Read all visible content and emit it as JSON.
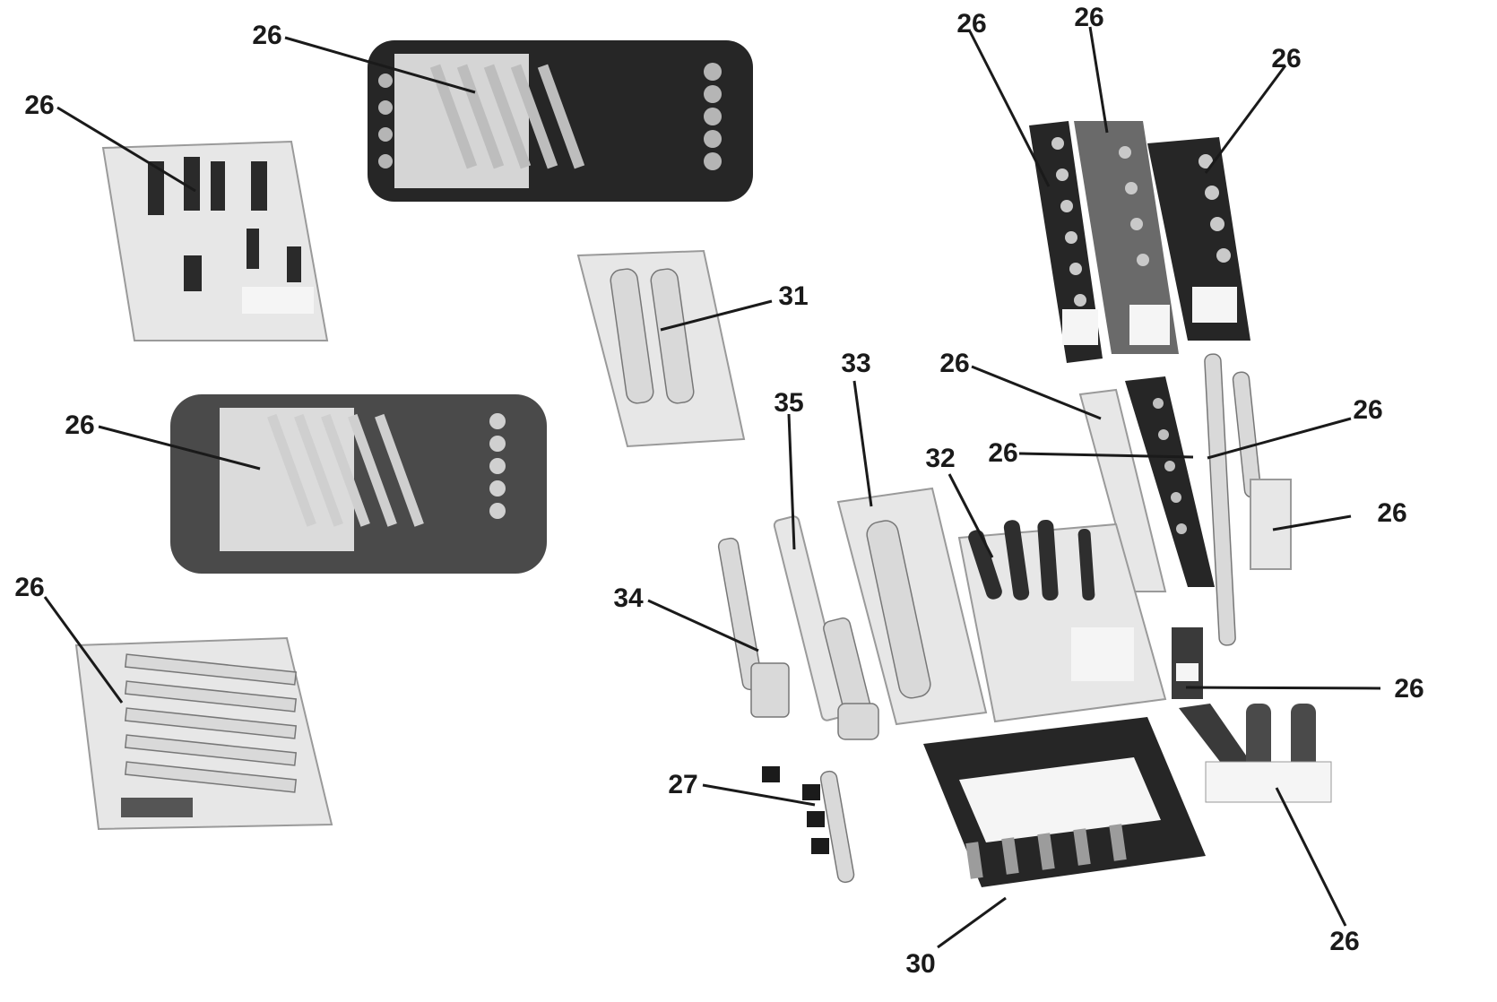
{
  "callouts": [
    {
      "id": "c1",
      "label": "26"
    },
    {
      "id": "c2",
      "label": "26"
    },
    {
      "id": "c3",
      "label": "26"
    },
    {
      "id": "c4",
      "label": "26"
    },
    {
      "id": "c5",
      "label": "26"
    },
    {
      "id": "c6",
      "label": "26"
    },
    {
      "id": "c7",
      "label": "26"
    },
    {
      "id": "c8",
      "label": "31"
    },
    {
      "id": "c9",
      "label": "26"
    },
    {
      "id": "c10",
      "label": "33"
    },
    {
      "id": "c11",
      "label": "35"
    },
    {
      "id": "c12",
      "label": "26"
    },
    {
      "id": "c13",
      "label": "26"
    },
    {
      "id": "c14",
      "label": "32"
    },
    {
      "id": "c15",
      "label": "26"
    },
    {
      "id": "c16",
      "label": "34"
    },
    {
      "id": "c17",
      "label": "26"
    },
    {
      "id": "c18",
      "label": "27"
    },
    {
      "id": "c19",
      "label": "26"
    },
    {
      "id": "c20",
      "label": "30"
    }
  ]
}
